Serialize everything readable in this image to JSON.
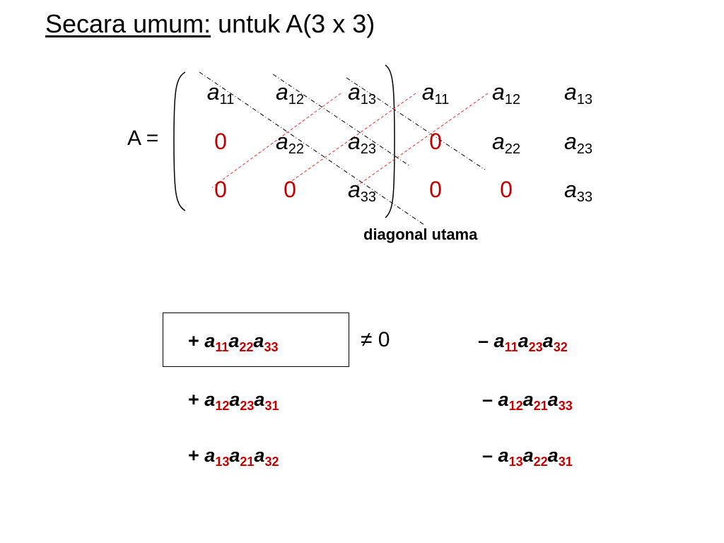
{
  "title": {
    "underlined": "Secara umum:",
    "rest": " untuk A(3 x 3)"
  },
  "matrix_label": "A =",
  "matrix": {
    "rows": [
      [
        {
          "v": "a",
          "s": "11"
        },
        {
          "v": "a",
          "s": "12"
        },
        {
          "v": "a",
          "s": "13"
        },
        {
          "v": "a",
          "s": "11"
        },
        {
          "v": "a",
          "s": "12"
        },
        {
          "v": "a",
          "s": "13"
        }
      ],
      [
        {
          "v": "0",
          "s": ""
        },
        {
          "v": "a",
          "s": "22"
        },
        {
          "v": "a",
          "s": "23"
        },
        {
          "v": "0",
          "s": ""
        },
        {
          "v": "a",
          "s": "22"
        },
        {
          "v": "a",
          "s": "23"
        }
      ],
      [
        {
          "v": "0",
          "s": ""
        },
        {
          "v": "0",
          "s": ""
        },
        {
          "v": "a",
          "s": "33"
        },
        {
          "v": "0",
          "s": ""
        },
        {
          "v": "0",
          "s": ""
        },
        {
          "v": "a",
          "s": "33"
        }
      ]
    ]
  },
  "diagonal_label": "diagonal utama",
  "neq_text": "≠ 0",
  "terms": {
    "positive": [
      {
        "sign": "+",
        "subs": [
          "11",
          "22",
          "33"
        ]
      },
      {
        "sign": "+",
        "subs": [
          "12",
          "23",
          "31"
        ]
      },
      {
        "sign": "+",
        "subs": [
          "13",
          "21",
          "32"
        ]
      }
    ],
    "negative": [
      {
        "sign": "–",
        "subs": [
          "11",
          "23",
          "32"
        ]
      },
      {
        "sign": "–",
        "subs": [
          "12",
          "21",
          "33"
        ]
      },
      {
        "sign": "–",
        "subs": [
          "13",
          "22",
          "31"
        ]
      }
    ]
  },
  "colors": {
    "accent": "#c00000",
    "text": "#000000"
  }
}
